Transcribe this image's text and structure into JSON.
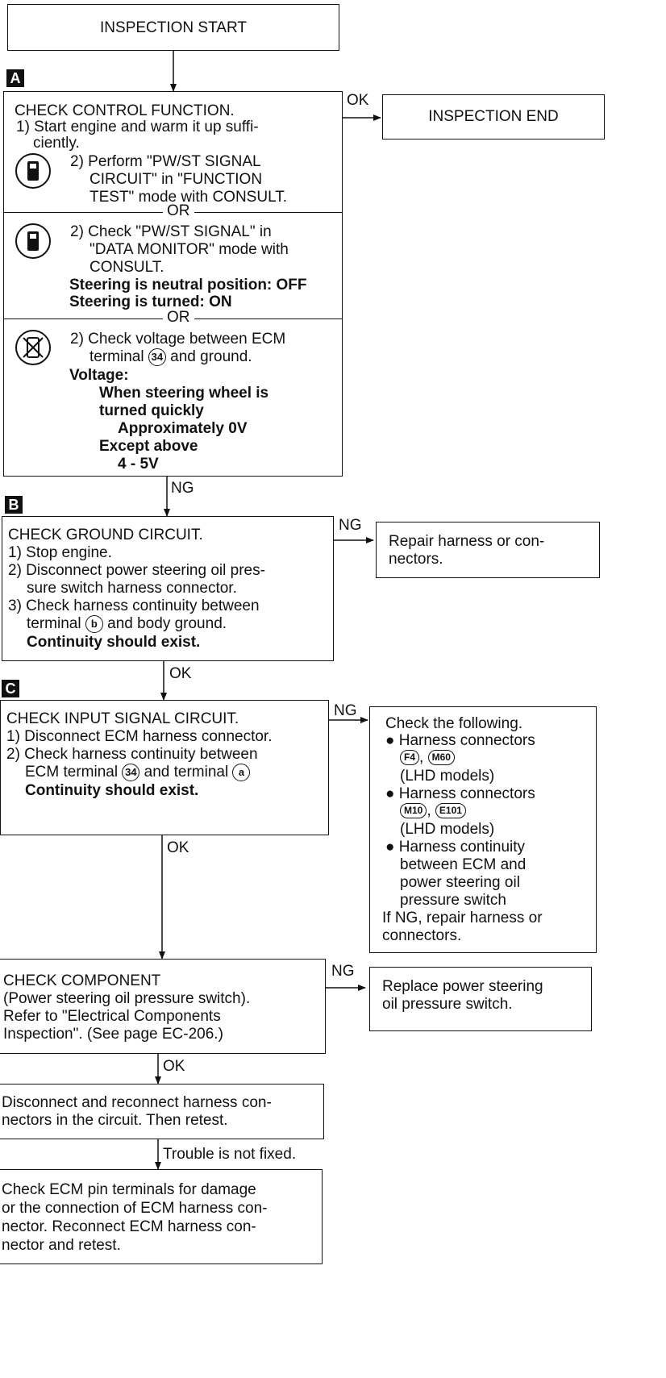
{
  "start": "INSPECTION START",
  "end": "INSPECTION END",
  "labels": {
    "ok": "OK",
    "ng": "NG",
    "or": "OR",
    "not_fixed": "Trouble is not fixed."
  },
  "markers": {
    "a": "A",
    "b": "B",
    "c": "C"
  },
  "icons": [
    "consult-icon",
    "consult-icon",
    "no-consult-icon"
  ],
  "step_a": {
    "title": "CHECK CONTROL FUNCTION.",
    "step1_l1": "1) Start engine and warm it up suffi-",
    "step1_l2": "ciently.",
    "opt1_l1": "2) Perform \"PW/ST SIGNAL",
    "opt1_l2": "CIRCUIT\" in \"FUNCTION",
    "opt1_l3": "TEST\" mode with CONSULT.",
    "opt2_l1": "2) Check \"PW/ST SIGNAL\" in",
    "opt2_l2": "\"DATA MONITOR\" mode with",
    "opt2_l3": "CONSULT.",
    "opt2_b1": "Steering is neutral position: OFF",
    "opt2_b2": "Steering is turned: ON",
    "opt3_l1": "2) Check voltage between ECM",
    "opt3_l2a": "terminal",
    "opt3_term": "34",
    "opt3_l2b": "and ground.",
    "opt3_b1": "Voltage:",
    "opt3_b2": "When steering wheel is",
    "opt3_b3": "turned quickly",
    "opt3_b4": "Approximately 0V",
    "opt3_b5": "Except above",
    "opt3_b6": "4 - 5V"
  },
  "step_b": {
    "title": "CHECK GROUND CIRCUIT.",
    "l1": "1) Stop engine.",
    "l2": "2) Disconnect power steering oil pres-",
    "l3": "sure switch harness connector.",
    "l4": "3) Check harness continuity between",
    "l5a": "terminal",
    "l5term": "b",
    "l5b": "and body ground.",
    "l6": "Continuity should exist.",
    "ng_box_l1": "Repair harness or con-",
    "ng_box_l2": "nectors."
  },
  "step_c": {
    "title": "CHECK INPUT SIGNAL CIRCUIT.",
    "l1": "1) Disconnect ECM harness connector.",
    "l2": "2) Check harness continuity between",
    "l3a": "ECM terminal",
    "l3term1": "34",
    "l3b": "and terminal",
    "l3term2": "a",
    "l4": "Continuity should exist.",
    "ng_title": "Check the following.",
    "ng_i1": "● Harness connectors",
    "ng_i1c1": "F4",
    "ng_i1c2": "M60",
    "ng_i1m": "(LHD models)",
    "ng_i2": "● Harness connectors",
    "ng_i2c1": "M10",
    "ng_i2c2": "E101",
    "ng_i2m": "(LHD models)",
    "ng_i3_l1": "● Harness continuity",
    "ng_i3_l2": "between ECM and",
    "ng_i3_l3": "power steering oil",
    "ng_i3_l4": "pressure switch",
    "ng_end1": "If NG, repair harness or",
    "ng_end2": "connectors."
  },
  "step_d": {
    "l1": "CHECK COMPONENT",
    "l2": "(Power steering oil pressure switch).",
    "l3": "Refer to \"Electrical Components",
    "l4": "Inspection\". (See page EC-206.)",
    "ng_box_l1": "Replace power steering",
    "ng_box_l2": "oil pressure switch."
  },
  "step_e": {
    "l1": "Disconnect and reconnect harness con-",
    "l2": "nectors in the circuit. Then retest."
  },
  "step_f": {
    "l1": "Check ECM pin terminals for damage",
    "l2": "or the connection of ECM harness con-",
    "l3": "nector. Reconnect ECM harness con-",
    "l4": "nector and retest."
  }
}
